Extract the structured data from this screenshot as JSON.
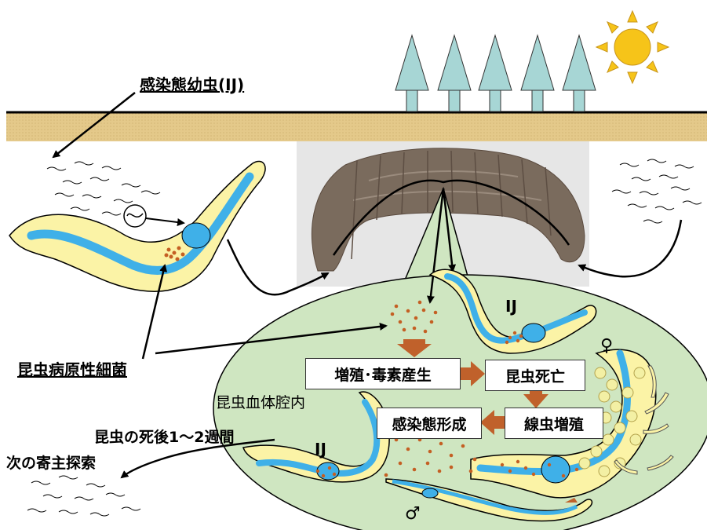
{
  "labels": {
    "ij_top": "感染態幼虫(IJ)",
    "bacteria": "昆虫病原性細菌",
    "hemocoel": "昆虫血体腔内",
    "after_death": "昆虫の死後1～2週間",
    "next_host": "次の寄主探索",
    "ij_inner_top": "IJ",
    "ij_inner_left": "IJ",
    "female": "♀",
    "male": "♂"
  },
  "boxes": {
    "proliferation": "増殖･毒素産生",
    "insect_death": "昆虫死亡",
    "nematode_growth": "線虫増殖",
    "ij_formation": "感染態形成"
  },
  "colors": {
    "soil": "#e2c787",
    "ellipse": "#cfe6c1",
    "worm_body": "#fbf3a6",
    "worm_gut": "#3fb0e8",
    "bacteria_dot": "#c45f23",
    "arrow_orange": "#c0612b",
    "tree": "#a7d6d5",
    "sun": "#f6c419"
  },
  "icons": [
    "sun-icon",
    "tree-icon"
  ]
}
